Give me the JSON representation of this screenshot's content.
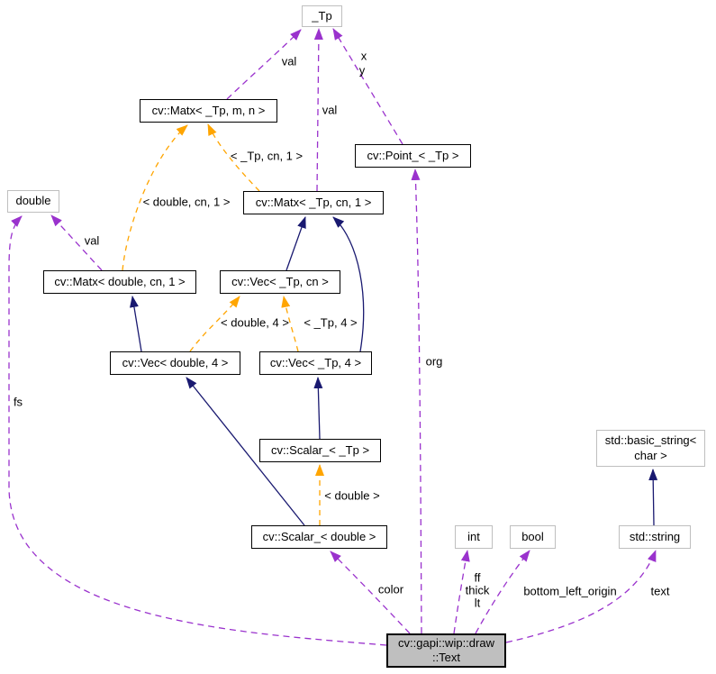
{
  "colors": {
    "usage": "#9a32cd",
    "template": "#ffa500",
    "inherit": "#191970",
    "focus_fill": "#bfbfbf"
  },
  "nodes": {
    "tp": "_Tp",
    "matx_tp_m_n": "cv::Matx< _Tp, m, n >",
    "point_tp": "cv::Point_< _Tp >",
    "matx_tp_cn_1": "cv::Matx< _Tp, cn, 1 >",
    "double": "double",
    "matx_double_cn_1": "cv::Matx< double, cn, 1 >",
    "vec_tp_cn": "cv::Vec< _Tp, cn >",
    "vec_double_4": "cv::Vec< double, 4 >",
    "vec_tp_4": "cv::Vec< _Tp, 4 >",
    "scalar_tp": "cv::Scalar_< _Tp >",
    "scalar_double": "cv::Scalar_< double >",
    "int": "int",
    "bool": "bool",
    "basic_string_line1": "std::basic_string<",
    "basic_string_line2": "char >",
    "string": "std::string",
    "text_line1": "cv::gapi::wip::draw",
    "text_line2": "::Text"
  },
  "edge_labels": {
    "val_matx_mn": "val",
    "val_matx_cn1": "val",
    "val_matx_double": "val",
    "x": "x",
    "y": "y",
    "tpl_tp_cn_1": "< _Tp, cn, 1 >",
    "tpl_double_cn_1": "< double, cn, 1 >",
    "tpl_double_4": "< double, 4 >",
    "tpl_tp_4": "< _Tp, 4 >",
    "tpl_double": "< double >",
    "fs": "fs",
    "org": "org",
    "color": "color",
    "ff": "ff",
    "thick": "thick",
    "lt": "lt",
    "bottom_left_origin": "bottom_left_origin",
    "text": "text"
  },
  "edges": [
    {
      "from": "cv::Matx< _Tp, m, n >",
      "to": "_Tp",
      "type": "usage",
      "label": "val"
    },
    {
      "from": "cv::Matx< _Tp, cn, 1 >",
      "to": "_Tp",
      "type": "usage",
      "label": "val"
    },
    {
      "from": "cv::Point_< _Tp >",
      "to": "_Tp",
      "type": "usage",
      "label": "x y"
    },
    {
      "from": "cv::Matx< _Tp, cn, 1 >",
      "to": "cv::Matx< _Tp, m, n >",
      "type": "template",
      "label": "< _Tp, cn, 1 >"
    },
    {
      "from": "cv::Matx< double, cn, 1 >",
      "to": "cv::Matx< _Tp, m, n >",
      "type": "template",
      "label": "< double, cn, 1 >"
    },
    {
      "from": "cv::Matx< double, cn, 1 >",
      "to": "double",
      "type": "usage",
      "label": "val"
    },
    {
      "from": "cv::Vec< _Tp, cn >",
      "to": "cv::Matx< _Tp, cn, 1 >",
      "type": "inheritance"
    },
    {
      "from": "cv::Vec< _Tp, 4 >",
      "to": "cv::Matx< _Tp, cn, 1 >",
      "type": "inheritance"
    },
    {
      "from": "cv::Vec< double, 4 >",
      "to": "cv::Matx< double, cn, 1 >",
      "type": "inheritance"
    },
    {
      "from": "cv::Vec< double, 4 >",
      "to": "cv::Vec< _Tp, cn >",
      "type": "template",
      "label": "< double, 4 >"
    },
    {
      "from": "cv::Vec< _Tp, 4 >",
      "to": "cv::Vec< _Tp, cn >",
      "type": "template",
      "label": "< _Tp, 4 >"
    },
    {
      "from": "cv::Scalar_< _Tp >",
      "to": "cv::Vec< _Tp, 4 >",
      "type": "inheritance"
    },
    {
      "from": "cv::Scalar_< double >",
      "to": "cv::Vec< double, 4 >",
      "type": "inheritance"
    },
    {
      "from": "cv::Scalar_< double >",
      "to": "cv::Scalar_< _Tp >",
      "type": "template",
      "label": "< double >"
    },
    {
      "from": "std::string",
      "to": "std::basic_string< char >",
      "type": "inheritance"
    },
    {
      "from": "cv::gapi::wip::draw::Text",
      "to": "cv::Scalar_< double >",
      "type": "usage",
      "label": "color"
    },
    {
      "from": "cv::gapi::wip::draw::Text",
      "to": "cv::Point_< _Tp >",
      "type": "usage",
      "label": "org"
    },
    {
      "from": "cv::gapi::wip::draw::Text",
      "to": "double",
      "type": "usage",
      "label": "fs"
    },
    {
      "from": "cv::gapi::wip::draw::Text",
      "to": "int",
      "type": "usage",
      "label": "ff thick lt"
    },
    {
      "from": "cv::gapi::wip::draw::Text",
      "to": "bool",
      "type": "usage",
      "label": "bottom_left_origin"
    },
    {
      "from": "cv::gapi::wip::draw::Text",
      "to": "std::string",
      "type": "usage",
      "label": "text"
    }
  ]
}
